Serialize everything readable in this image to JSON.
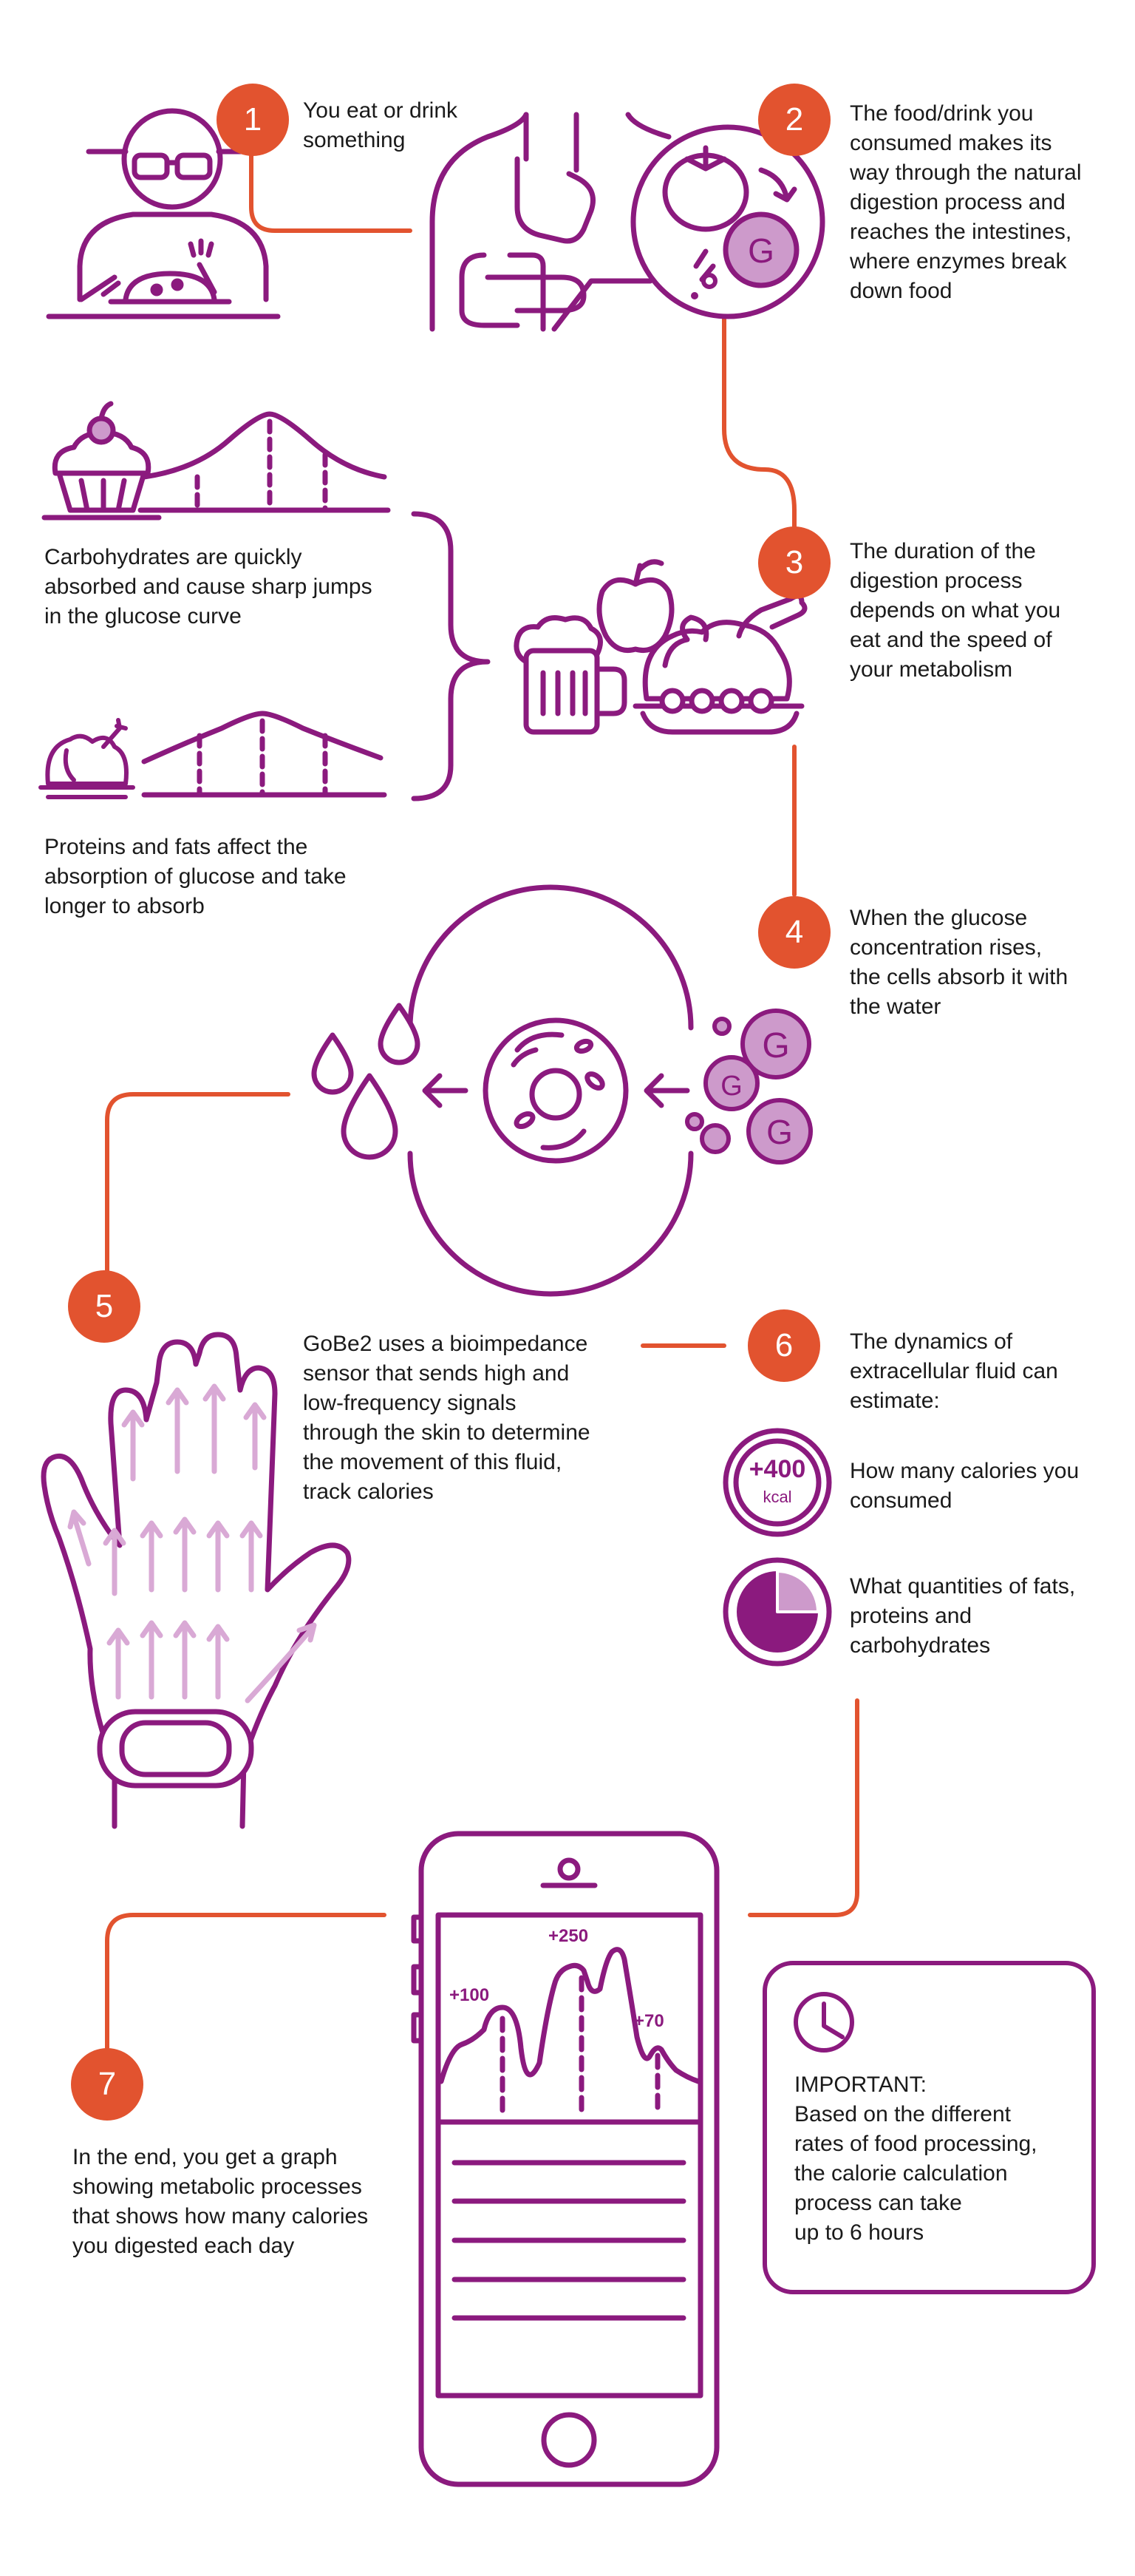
{
  "colors": {
    "purple": "#8b1a7e",
    "light_purple": "#cd9acb",
    "pale_purple": "#d9a9d5",
    "orange": "#e2532f"
  },
  "steps": [
    {
      "number": "1",
      "text": "You eat or drink\nsomething"
    },
    {
      "number": "2",
      "text": "The food/drink you\nconsumed makes its\nway through the natural\ndigestion process and\nreaches the intestines,\nwhere enzymes break\ndown food"
    },
    {
      "number": "3",
      "text": "The duration of the\ndigestion process\ndepends on what you\neat and the speed of\nyour metabolism"
    },
    {
      "number": "4",
      "text": "When the glucose\nconcentration rises,\nthe cells absorb it with\nthe water"
    },
    {
      "number": "5",
      "text": "GoBe2 uses a bioimpedance\nsensor that sends high and\nlow-frequency signals\nthrough the skin to determine\nthe movement of this fluid,\ntrack calories"
    },
    {
      "number": "6",
      "text": "The dynamics of\nextracellular fluid can\nestimate:"
    },
    {
      "number": "7",
      "text": "In the end, you get a graph\nshowing metabolic processes\nthat shows how many calories\nyou digested each day"
    }
  ],
  "carbs_text": "Carbohydrates are quickly\nabsorbed and cause sharp jumps\nin the glucose curve",
  "proteins_text": "Proteins and fats affect the\nabsorption of glucose and take\nlonger to absorb",
  "glucose_letter": "G",
  "estimates": [
    {
      "icon_value": "+400",
      "icon_unit": "kcal",
      "text": "How many calories you\nconsumed"
    },
    {
      "text": "What quantities of fats,\nproteins and\ncarbohydrates",
      "pie_share": 0.25
    }
  ],
  "phone_graph": {
    "peaks": [
      "+100",
      "+250",
      "+70"
    ]
  },
  "important": {
    "heading": "IMPORTANT:",
    "text": "Based on the different\nrates of food processing,\nthe calorie calculation\nprocess can take\nup to 6 hours"
  }
}
